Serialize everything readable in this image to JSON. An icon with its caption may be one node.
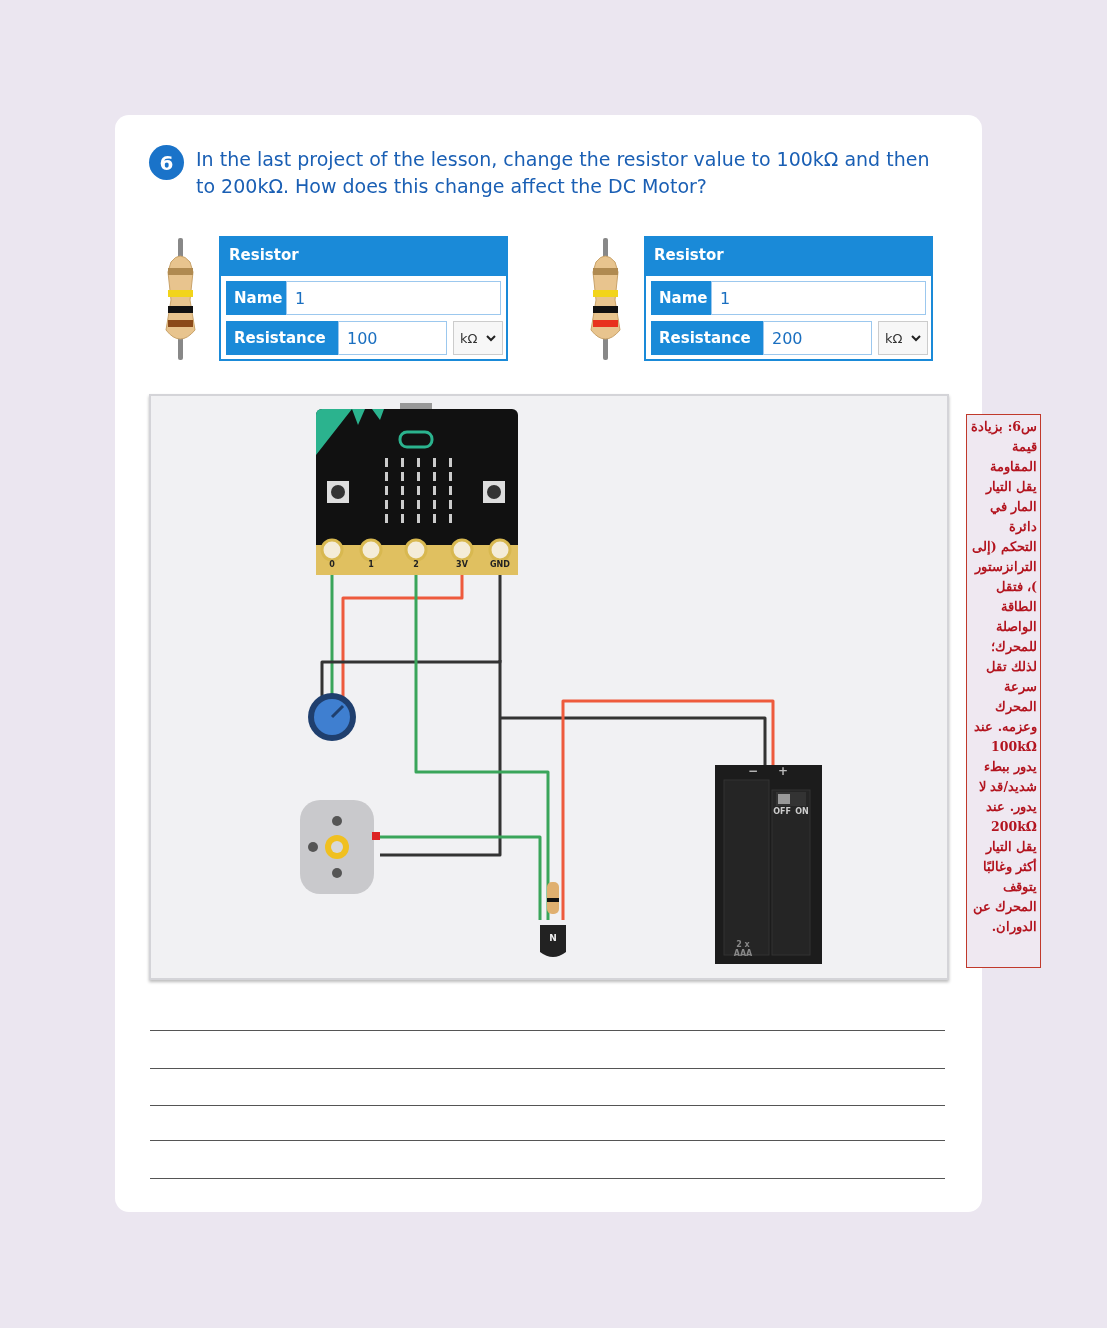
{
  "diagram": {
    "labels": [
      "6",
      "In the last project of the lesson, change the resistor value to 100kΩ and then to 200kΩ. How does this change affect the DC Motor?",
      "Resistor",
      "Name",
      "1",
      "Resistance",
      "100",
      "kΩ",
      "Resistor",
      "Name",
      "1",
      "Resistance",
      "200",
      "kΩ",
      "س6: بزيادة قيمة المقاومة يقل التيار المار في دائرة التحكم (إلى الترانزستور)، فتقل الطاقة الواصلة للمحرك؛ لذلك تقل سرعة المحرك وعزمه. عند 100kΩ يدور ببطء شديد/قد لا يدور. عند 200kΩ يقل التيار أكثر وغالبًا يتوقف المحرك عن الدوران.",
      "0",
      "1",
      "2",
      "3V",
      "GND",
      "−",
      "+",
      "OFF",
      "ON",
      "N",
      "2 x AAA"
    ]
  }
}
